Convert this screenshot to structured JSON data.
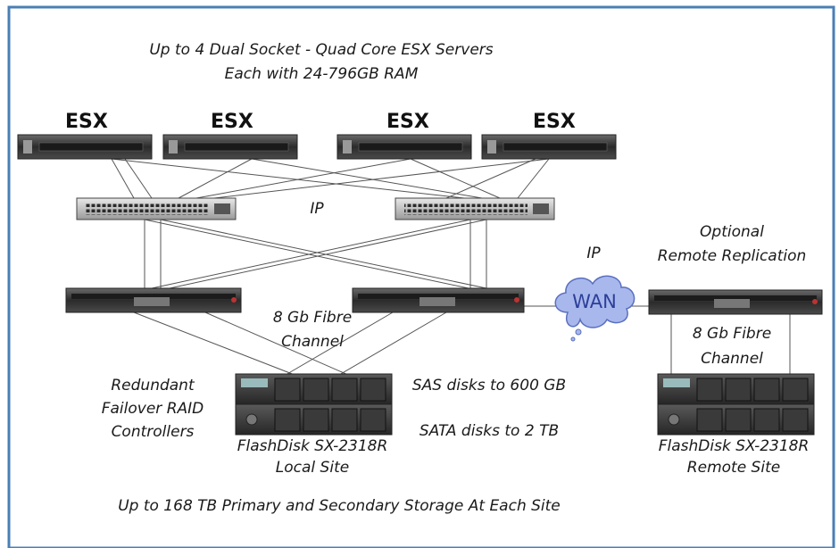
{
  "title": {
    "line1": "Up to 4 Dual Socket - Quad Core  ESX Servers",
    "line2": "Each with 24-796GB RAM"
  },
  "servers": [
    {
      "label": "ESX"
    },
    {
      "label": "ESX"
    },
    {
      "label": "ESX"
    },
    {
      "label": "ESX"
    }
  ],
  "labels": {
    "ip_switch": "IP",
    "ip_wan": "IP",
    "wan": "WAN",
    "optional_line1": "Optional",
    "optional_line2": "Remote Replication",
    "fc_local_line1": "8 Gb Fibre",
    "fc_local_line2": "Channel",
    "fc_remote_line1": "8 Gb Fibre",
    "fc_remote_line2": "Channel",
    "redundant_line1": "Redundant",
    "redundant_line2": "Failover  RAID",
    "redundant_line3": "Controllers",
    "sas": "SAS disks to 600 GB",
    "sata": "SATA disks to 2 TB",
    "local_line1": "FlashDisk SX-2318R",
    "local_line2": "Local Site",
    "remote_line1": "FlashDisk SX-2318R",
    "remote_line2": "Remote Site",
    "footer": "Up to 168 TB Primary and Secondary Storage At Each Site"
  },
  "colors": {
    "frame_border": "#4a7fb5",
    "wan_cloud": "#a9b8ec",
    "wan_cloud_edge": "#5a6fc0",
    "wan_text": "#2d3f9a"
  }
}
